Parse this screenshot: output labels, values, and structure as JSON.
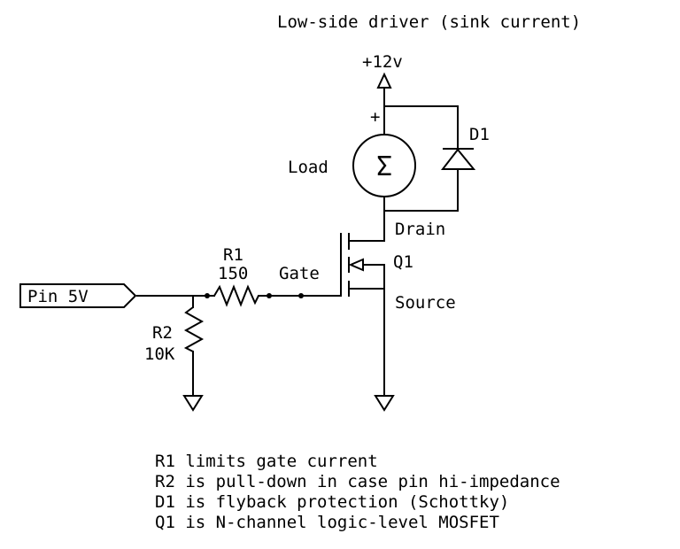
{
  "title": "Low-side driver (sink current)",
  "supply": {
    "label": "+12v"
  },
  "load": {
    "label": "Load",
    "symbol": "Σ",
    "polarity": "+"
  },
  "diode": {
    "ref": "D1"
  },
  "mosfet": {
    "ref": "Q1",
    "drain_label": "Drain",
    "source_label": "Source",
    "gate_label": "Gate"
  },
  "r1": {
    "ref": "R1",
    "value": "150"
  },
  "r2": {
    "ref": "R2",
    "value": "10K"
  },
  "input_port": {
    "label": "Pin 5V"
  },
  "notes": [
    "R1 limits gate current",
    "R2 is pull-down in case pin hi-impedance",
    "D1 is flyback protection (Schottky)",
    "Q1 is N-channel logic-level MOSFET"
  ]
}
